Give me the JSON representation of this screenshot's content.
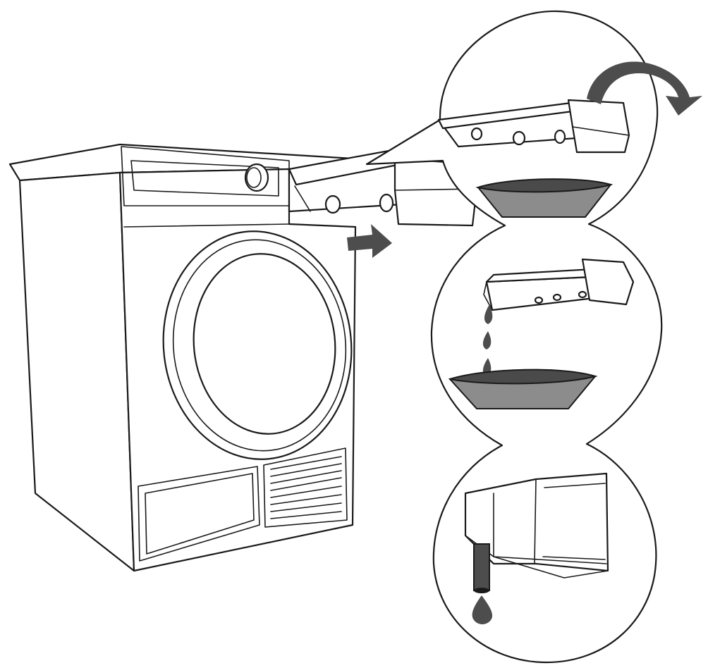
{
  "figure": {
    "subject": "dryer-water-container-emptying",
    "steps": [
      {
        "id": 1,
        "icon": "pull-out-and-tilt-icon"
      },
      {
        "id": 2,
        "icon": "pour-water-icon"
      },
      {
        "id": 3,
        "icon": "drain-spout-icon"
      }
    ]
  },
  "colors": {
    "outline": "#1a1a1a",
    "background": "#ffffff",
    "basin": "#8c8c8c",
    "basin_dark": "#4a4a4a",
    "arrow": "#4d4d4d",
    "water_drop": "#4d4d4d"
  }
}
